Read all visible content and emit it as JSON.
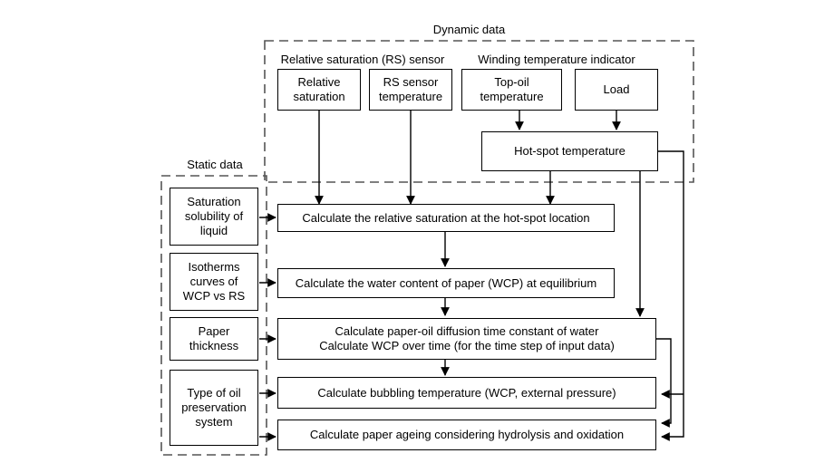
{
  "groups": {
    "dynamic_title": "Dynamic data",
    "static_title": "Static data",
    "rs_sensor_title": "Relative saturation (RS) sensor",
    "winding_title": "Winding temperature indicator"
  },
  "dynamic": {
    "relative_saturation": "Relative\nsaturation",
    "rs_sensor_temperature": "RS sensor\ntemperature",
    "top_oil_temperature": "Top-oil\ntemperature",
    "load": "Load",
    "hot_spot_temperature": "Hot-spot temperature"
  },
  "static": {
    "saturation_solubility": "Saturation\nsolubility of\nliquid",
    "isotherms": "Isotherms\ncurves of\nWCP vs RS",
    "paper_thickness": "Paper\nthickness",
    "oil_preservation": "Type of oil\npreservation\nsystem"
  },
  "process": {
    "step1": "Calculate the relative saturation at the hot-spot location",
    "step2": "Calculate the water content of paper (WCP) at equilibrium",
    "step3": "Calculate paper-oil diffusion time constant of water\nCalculate WCP over time (for the time step of input data)",
    "step4": "Calculate bubbling temperature (WCP, external pressure)",
    "step5": "Calculate paper ageing considering hydrolysis and oxidation"
  }
}
